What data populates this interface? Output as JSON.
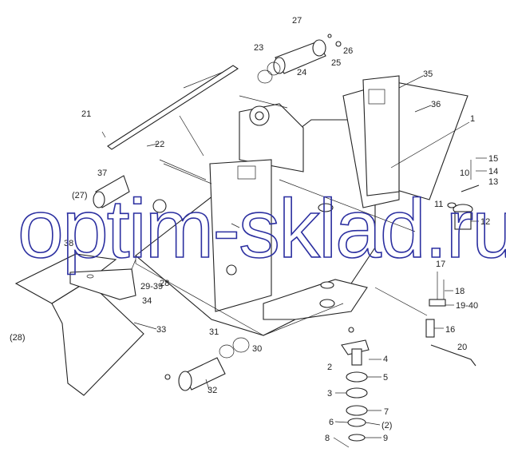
{
  "diagram": {
    "watermark": "optim-sklad.ru",
    "callouts": {
      "c27": "27",
      "c26": "26",
      "c25": "25",
      "c23": "23",
      "c24": "24",
      "c35": "35",
      "c36": "36",
      "c1": "1",
      "c21": "21",
      "c22": "22",
      "c37": "37",
      "c15": "15",
      "c14": "14",
      "c13": "13",
      "c10": "10",
      "c11": "11",
      "c12": "12",
      "c27p": "(27)",
      "c38": "38",
      "c2939": "29-39",
      "c28": "28",
      "c17": "17",
      "c18": "18",
      "c1940": "19-40",
      "c34": "34",
      "c33": "33",
      "c28p": "(28)",
      "c31": "31",
      "c30": "30",
      "c32": "32",
      "c16": "16",
      "c20": "20",
      "c2": "2",
      "c4": "4",
      "c5": "5",
      "c3": "3",
      "c7": "7",
      "c6": "6",
      "c2p": "(2)",
      "c8": "8",
      "c9": "9"
    }
  }
}
